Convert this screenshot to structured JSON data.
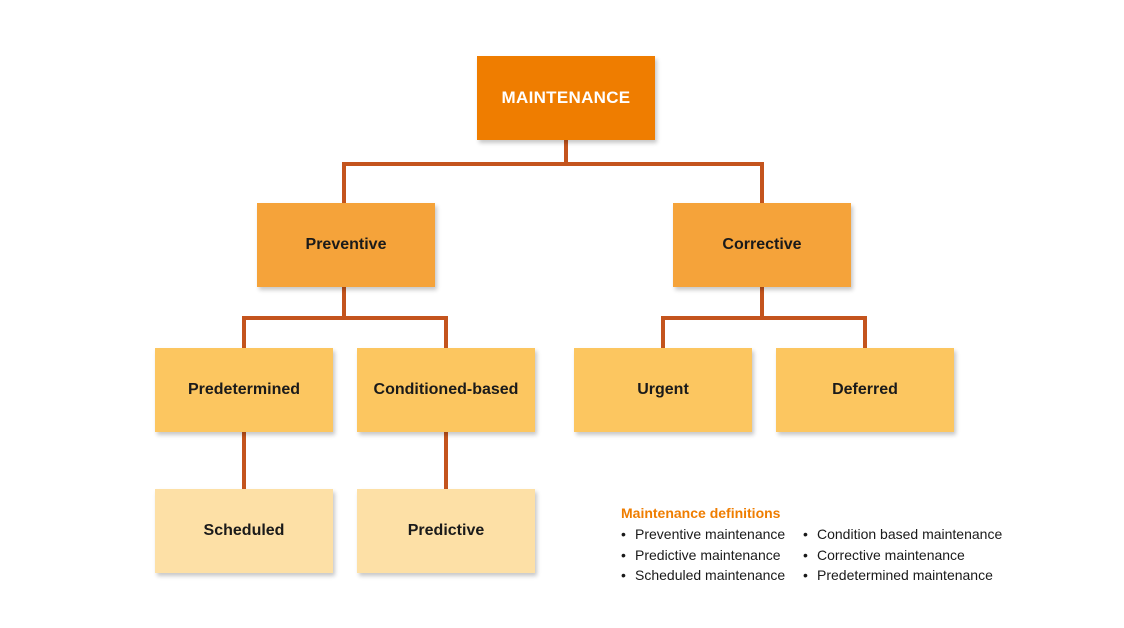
{
  "nodes": {
    "root": "MAINTENANCE",
    "preventive": "Preventive",
    "corrective": "Corrective",
    "predetermined": "Predetermined",
    "conditioned_based": "Conditioned-based",
    "urgent": "Urgent",
    "deferred": "Deferred",
    "scheduled": "Scheduled",
    "predictive": "Predictive"
  },
  "legend": {
    "title": "Maintenance definitions",
    "column_1": [
      "Preventive maintenance",
      "Predictive maintenance",
      "Scheduled maintenance"
    ],
    "column_2": [
      "Condition based maintenance",
      "Corrective maintenance",
      "Predetermined maintenance"
    ]
  },
  "colors": {
    "connector": "#c4541d",
    "level_0": "#ef7d00",
    "level_1": "#f5a33a",
    "level_2": "#fcc660",
    "level_3": "#fde0a6",
    "legend_title": "#ef7d00"
  }
}
